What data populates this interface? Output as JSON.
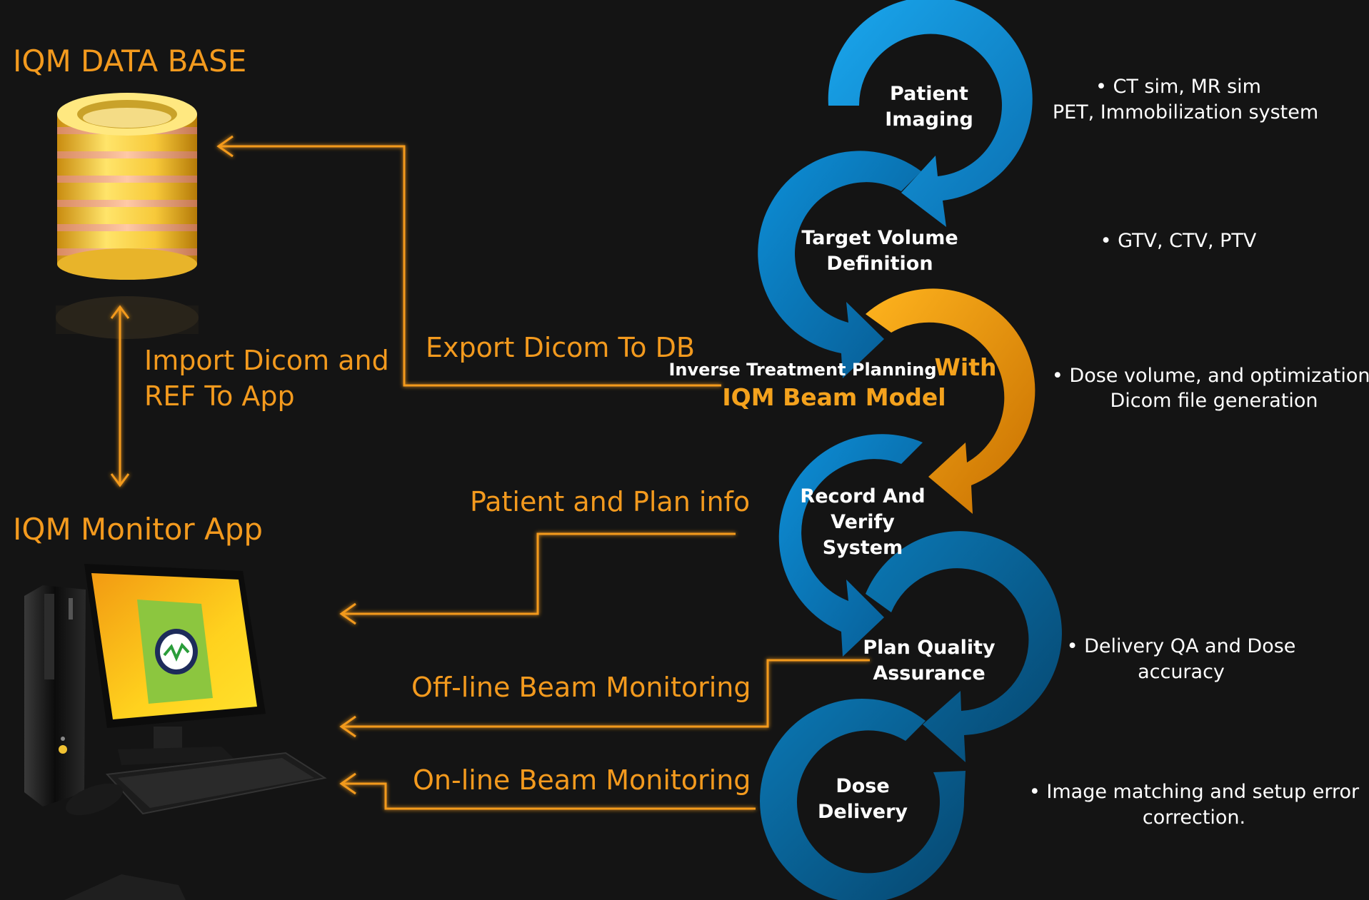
{
  "titles": {
    "database": "IQM DATA BASE",
    "monitor_app": "IQM Monitor App"
  },
  "connectors": {
    "import": [
      "Import Dicom and",
      "REF To App"
    ],
    "export": "Export Dicom To DB",
    "patient_plan": "Patient and Plan info",
    "offline": "Off-line Beam Monitoring",
    "online": "On-line Beam Monitoring"
  },
  "workflow": {
    "patient_imaging": [
      "Patient",
      "Imaging"
    ],
    "target_volume": [
      "Target Volume",
      "Definition"
    ],
    "inverse_planning": "Inverse Treatment Planning",
    "inverse_with": "With",
    "beam_model": "IQM Beam Model",
    "record_verify": [
      "Record And",
      "Verify",
      "System"
    ],
    "plan_qa": [
      "Plan Quality",
      "Assurance"
    ],
    "dose_delivery": [
      "Dose",
      "Delivery"
    ]
  },
  "notes": {
    "imaging": [
      "• CT sim, MR sim",
      "PET, Immobilization system"
    ],
    "target": "• GTV, CTV, PTV",
    "planning": [
      "• Dose volume, and optimization.",
      "Dicom file generation"
    ],
    "qa": [
      "• Delivery QA and Dose",
      "accuracy"
    ],
    "delivery": [
      "• Image matching and setup error",
      "correction."
    ]
  },
  "colors": {
    "background": "#141414",
    "accent_orange": "#f39a1e",
    "ring_blue": "#0b8fd6",
    "ring_dark_blue": "#0a5f93",
    "ring_orange": "#f29a12"
  },
  "icons": [
    "database-icon",
    "computer-icon"
  ]
}
